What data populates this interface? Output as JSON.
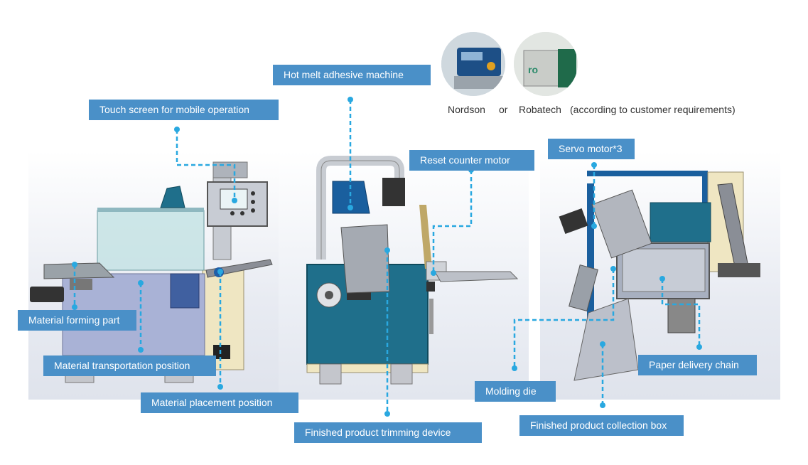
{
  "labels": {
    "hot_melt": "Hot melt adhesive machine",
    "touch_screen": "Touch screen for mobile operation",
    "reset_counter": "Reset counter motor",
    "servo_motor": "Servo motor*3",
    "material_forming": "Material forming part",
    "material_transport": "Material transportation position",
    "material_placement": "Material placement position",
    "trimming_device": "Finished product trimming device",
    "molding_die": "Molding die",
    "paper_delivery": "Paper delivery chain",
    "collection_box": "Finished product collection box"
  },
  "suppliers": {
    "option_a": "Nordson",
    "separator": "or",
    "option_b": "Robatech",
    "note": "(according to customer requirements)"
  },
  "colors": {
    "label_bg": "#4a90c8",
    "leader_line": "#29a8e0",
    "machine_teal": "#1f6f8b",
    "machine_blue": "#1a5f9e",
    "frame_grey": "#8a8fa0",
    "panel_bg": "#e4e8f0",
    "cream": "#efe6c2"
  }
}
